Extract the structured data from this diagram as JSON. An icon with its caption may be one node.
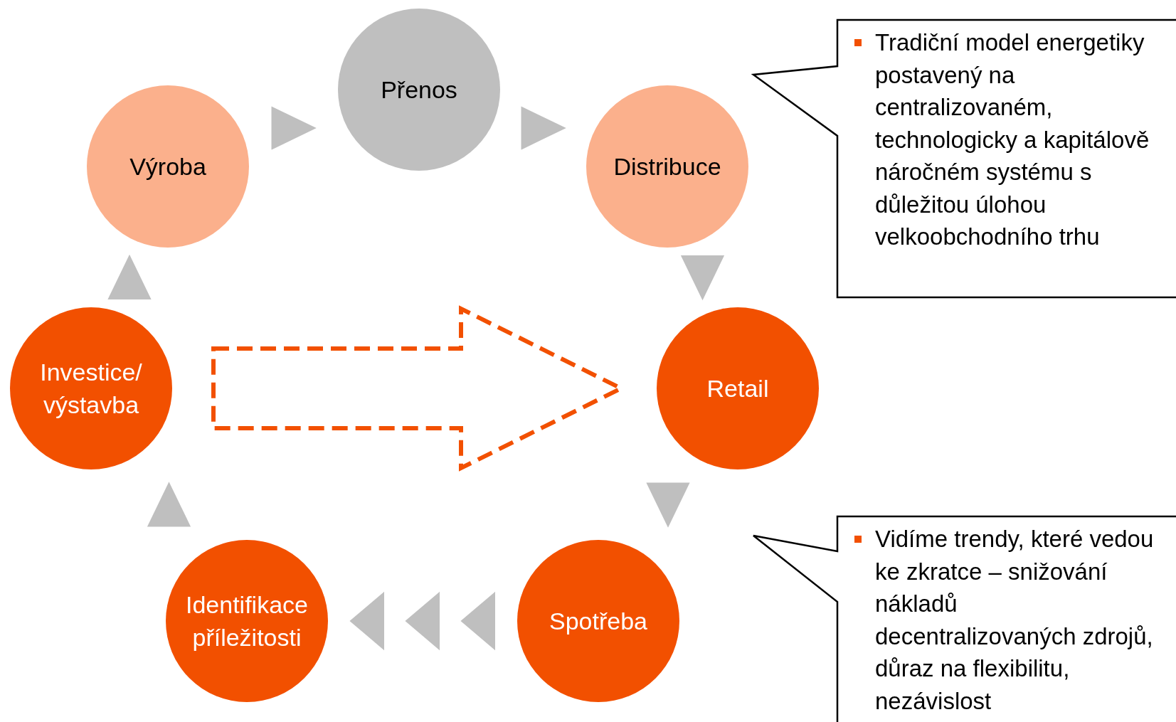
{
  "diagram": {
    "nodes": [
      {
        "text": [
          "Přenos"
        ]
      },
      {
        "text": [
          "Výroba"
        ]
      },
      {
        "text": [
          "Distribuce"
        ]
      },
      {
        "text": [
          "Investice/ výstavba"
        ]
      },
      {
        "text": [
          "Retail"
        ]
      },
      {
        "text": [
          "Identifikace příležitosti"
        ]
      },
      {
        "text": [
          "Spotřeba"
        ]
      },
      {
        "text": [
          "Tradiční model energetiky postavený na centralizovaném, technologicky a kapitálově náročném systému s důležitou úlohou velkoobchodního trhu"
        ]
      },
      {
        "text": [
          "Vidíme trendy, které vedou ke zkratce – snižování nákladů decentralizovaných zdrojů, důraz na flexibilitu, nezávislost"
        ]
      }
    ],
    "edges": [
      {
        "from": 1,
        "to": 0,
        "arrow": "to"
      },
      {
        "from": 0,
        "to": 2,
        "arrow": "to"
      },
      {
        "from": 2,
        "to": 4,
        "arrow": "to"
      },
      {
        "from": 4,
        "to": 6,
        "arrow": "to"
      },
      {
        "from": 6,
        "to": 5,
        "arrow": "to"
      },
      {
        "from": 5,
        "to": 3,
        "arrow": "to"
      },
      {
        "from": 3,
        "to": 1,
        "arrow": "to"
      },
      {
        "from": 3,
        "to": 4,
        "arrow": "to",
        "style": "dashed",
        "color": "#f25000"
      }
    ]
  }
}
